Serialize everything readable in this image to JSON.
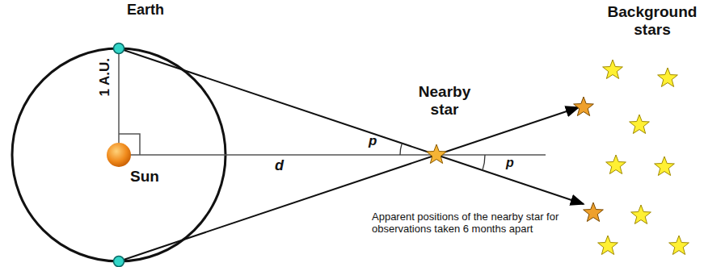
{
  "diagram": {
    "labels": [
      "Earth",
      "1 A.U.",
      "Sun",
      "d",
      "p",
      "Nearby star",
      "p",
      "Background stars",
      "Apparent positions of the nearby star for observations taken 6 months apart"
    ]
  }
}
